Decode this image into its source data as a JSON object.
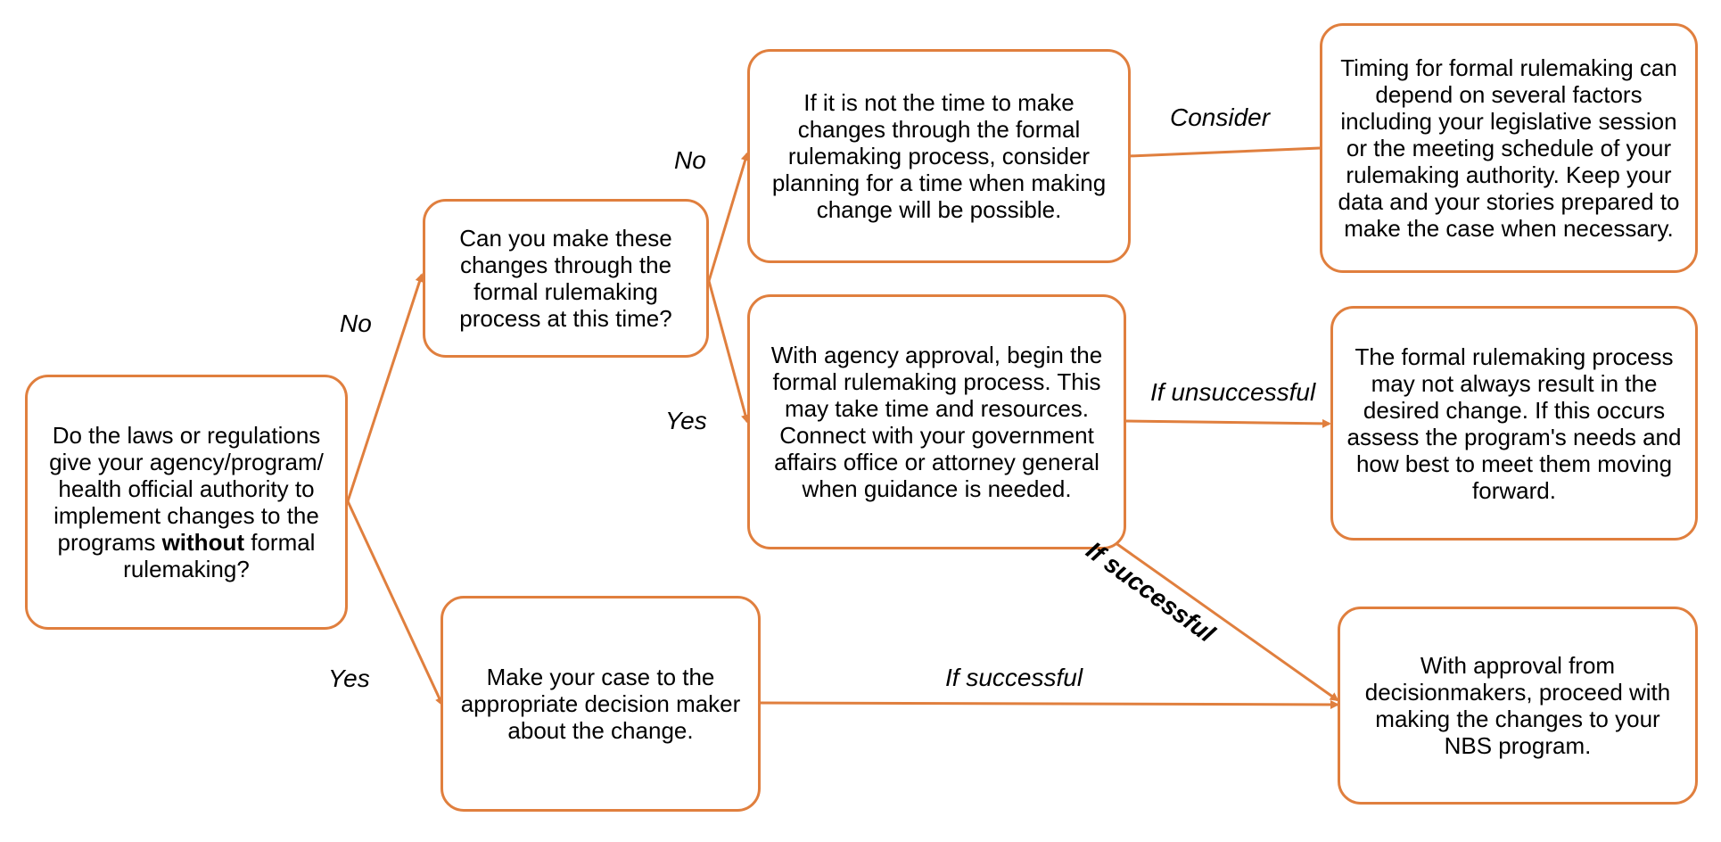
{
  "colors": {
    "accent": "#e07f3e",
    "text": "#000000",
    "background": "#ffffff"
  },
  "nodes": {
    "start": {
      "text_before": "Do the laws or regulations give your agency/program/ health official authority to implement changes to the programs ",
      "text_bold": "without",
      "text_after": " formal rulemaking?"
    },
    "formal_question": "Can you make these changes through the formal rulemaking process at this time?",
    "plan_later": "If it is not the time to make changes through the formal rulemaking process, consider planning for a time when making change will be possible.",
    "timing": "Timing for formal rulemaking can depend on several factors including your legislative session or the meeting schedule of your rulemaking authority. Keep your data and your stories prepared to make the case when necessary.",
    "begin_formal": "With agency approval, begin the formal rulemaking process. This may take time and resources. Connect with your government affairs office or attorney general when guidance is needed.",
    "unsuccessful": "The formal rulemaking process may not always result in the desired change. If this occurs assess the program's needs and how best to meet them moving forward.",
    "make_case": "Make your case to the appropriate decision maker about the change.",
    "proceed": "With approval from decisionmakers, proceed with making the changes to your NBS program."
  },
  "edge_labels": {
    "start_no": "No",
    "start_yes": "Yes",
    "formal_no": "No",
    "formal_yes": "Yes",
    "consider": "Consider",
    "if_unsuccessful": "If unsuccessful",
    "if_successful_diagonal": "If successful",
    "if_successful_bottom": "If successful"
  }
}
